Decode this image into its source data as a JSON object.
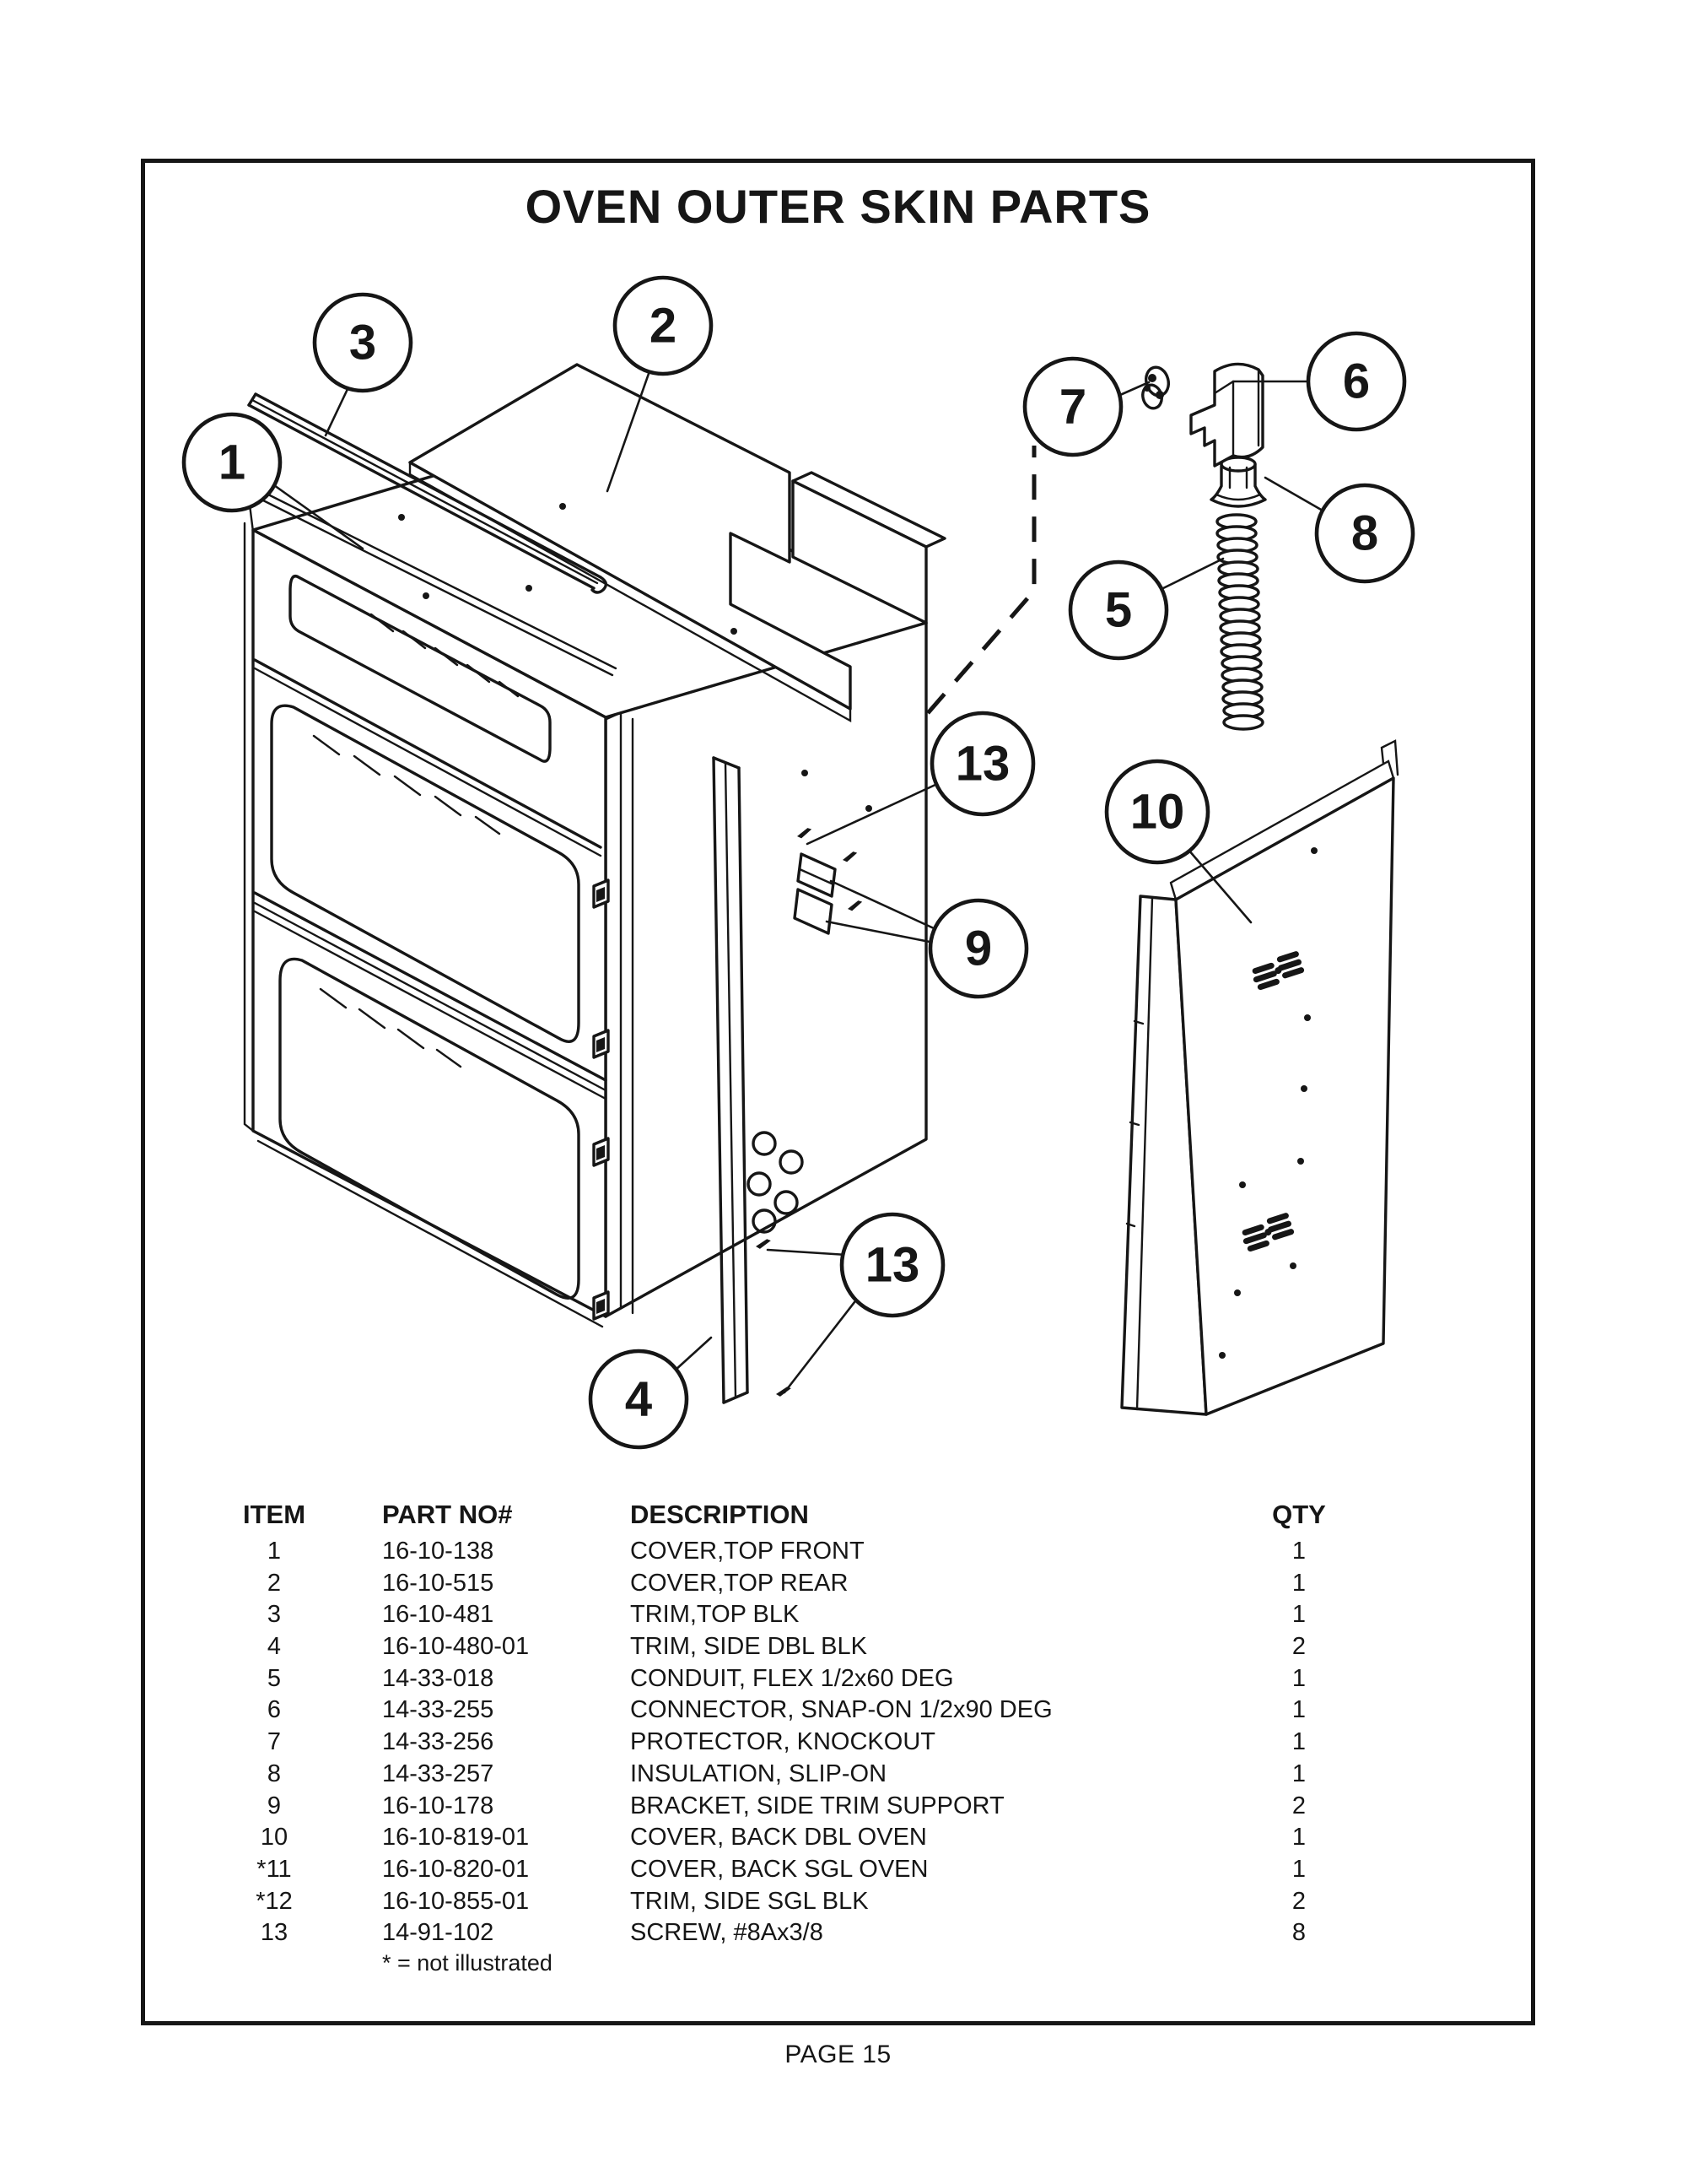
{
  "page": {
    "title": "OVEN OUTER SKIN PARTS",
    "page_number": "PAGE 15"
  },
  "diagram": {
    "callouts": [
      "1",
      "2",
      "3",
      "4",
      "5",
      "6",
      "7",
      "8",
      "9",
      "10",
      "13",
      "13"
    ]
  },
  "table": {
    "headers": {
      "item": "ITEM",
      "part_no": "PART NO#",
      "description": "DESCRIPTION",
      "qty": "QTY"
    },
    "rows": [
      {
        "item": "1",
        "part_no": "16-10-138",
        "description": "COVER,TOP FRONT",
        "qty": "1"
      },
      {
        "item": "2",
        "part_no": "16-10-515",
        "description": "COVER,TOP REAR",
        "qty": "1"
      },
      {
        "item": "3",
        "part_no": "16-10-481",
        "description": "TRIM,TOP BLK",
        "qty": "1"
      },
      {
        "item": "4",
        "part_no": "16-10-480-01",
        "description": "TRIM, SIDE DBL BLK",
        "qty": "2"
      },
      {
        "item": "5",
        "part_no": "14-33-018",
        "description": "CONDUIT, FLEX 1/2x60 DEG",
        "qty": "1"
      },
      {
        "item": "6",
        "part_no": "14-33-255",
        "description": "CONNECTOR, SNAP-ON 1/2x90 DEG",
        "qty": "1"
      },
      {
        "item": "7",
        "part_no": "14-33-256",
        "description": "PROTECTOR, KNOCKOUT",
        "qty": "1"
      },
      {
        "item": "8",
        "part_no": "14-33-257",
        "description": "INSULATION, SLIP-ON",
        "qty": "1"
      },
      {
        "item": "9",
        "part_no": "16-10-178",
        "description": "BRACKET, SIDE TRIM SUPPORT",
        "qty": "2"
      },
      {
        "item": "10",
        "part_no": "16-10-819-01",
        "description": "COVER, BACK DBL OVEN",
        "qty": "1"
      },
      {
        "item": "*11",
        "part_no": "16-10-820-01",
        "description": "COVER, BACK SGL OVEN",
        "qty": "1"
      },
      {
        "item": "*12",
        "part_no": "16-10-855-01",
        "description": "TRIM, SIDE SGL BLK",
        "qty": "2"
      },
      {
        "item": "13",
        "part_no": "14-91-102",
        "description": "SCREW, #8Ax3/8",
        "qty": "8"
      }
    ],
    "footnote": "* = not illustrated"
  },
  "colors": {
    "ink": "#161616",
    "paper": "#ffffff"
  }
}
